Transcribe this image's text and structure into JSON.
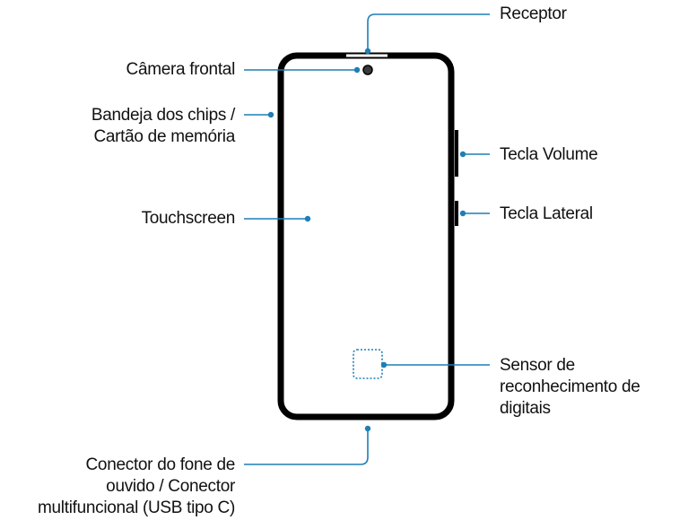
{
  "labels": {
    "receptor": "Receptor",
    "camera_frontal": "Câmera frontal",
    "bandeja": [
      "Bandeja dos chips /",
      "Cartão de memória"
    ],
    "tecla_volume": "Tecla Volume",
    "tecla_lateral": "Tecla Lateral",
    "touchscreen": "Touchscreen",
    "sensor": [
      "Sensor de",
      "reconhecimento de",
      "digitais"
    ],
    "conector": [
      "Conector do fone de",
      "ouvido / Conector",
      "multifuncional (USB tipo C)"
    ]
  },
  "colors": {
    "leader_line": "#1d7fb5",
    "phone_outline": "#000000",
    "text": "#111111"
  }
}
